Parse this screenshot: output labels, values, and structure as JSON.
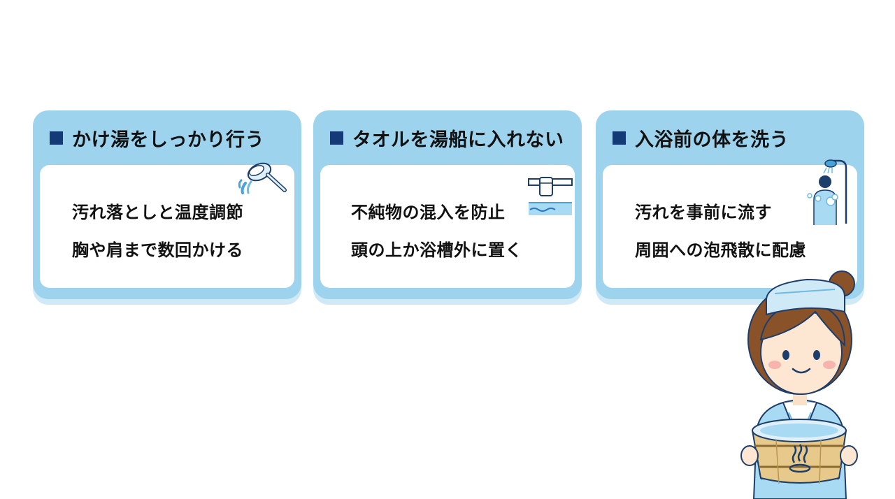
{
  "cards": [
    {
      "title": "かけ湯をしっかり行う",
      "lines": [
        "汚れ落としと温度調節",
        "胸や肩まで数回かける"
      ],
      "icon": "ladle-water-icon"
    },
    {
      "title": "タオルを湯船に入れない",
      "lines": [
        "不純物の混入を防止",
        "頭の上か浴槽外に置く"
      ],
      "icon": "towel-bath-icon"
    },
    {
      "title": "入浴前の体を洗う",
      "lines": [
        "汚れを事前に流す",
        "周囲への泡飛散に配慮"
      ],
      "icon": "shower-washing-icon"
    }
  ],
  "colors": {
    "card_border": "#9ed3ee",
    "card_shadow": "#cfe9f7",
    "bullet": "#143a78",
    "background": "#ffffff"
  },
  "illustration": {
    "character": "woman-in-yukata-holding-bath-bucket",
    "bucket_symbol": "onsen-mark"
  }
}
